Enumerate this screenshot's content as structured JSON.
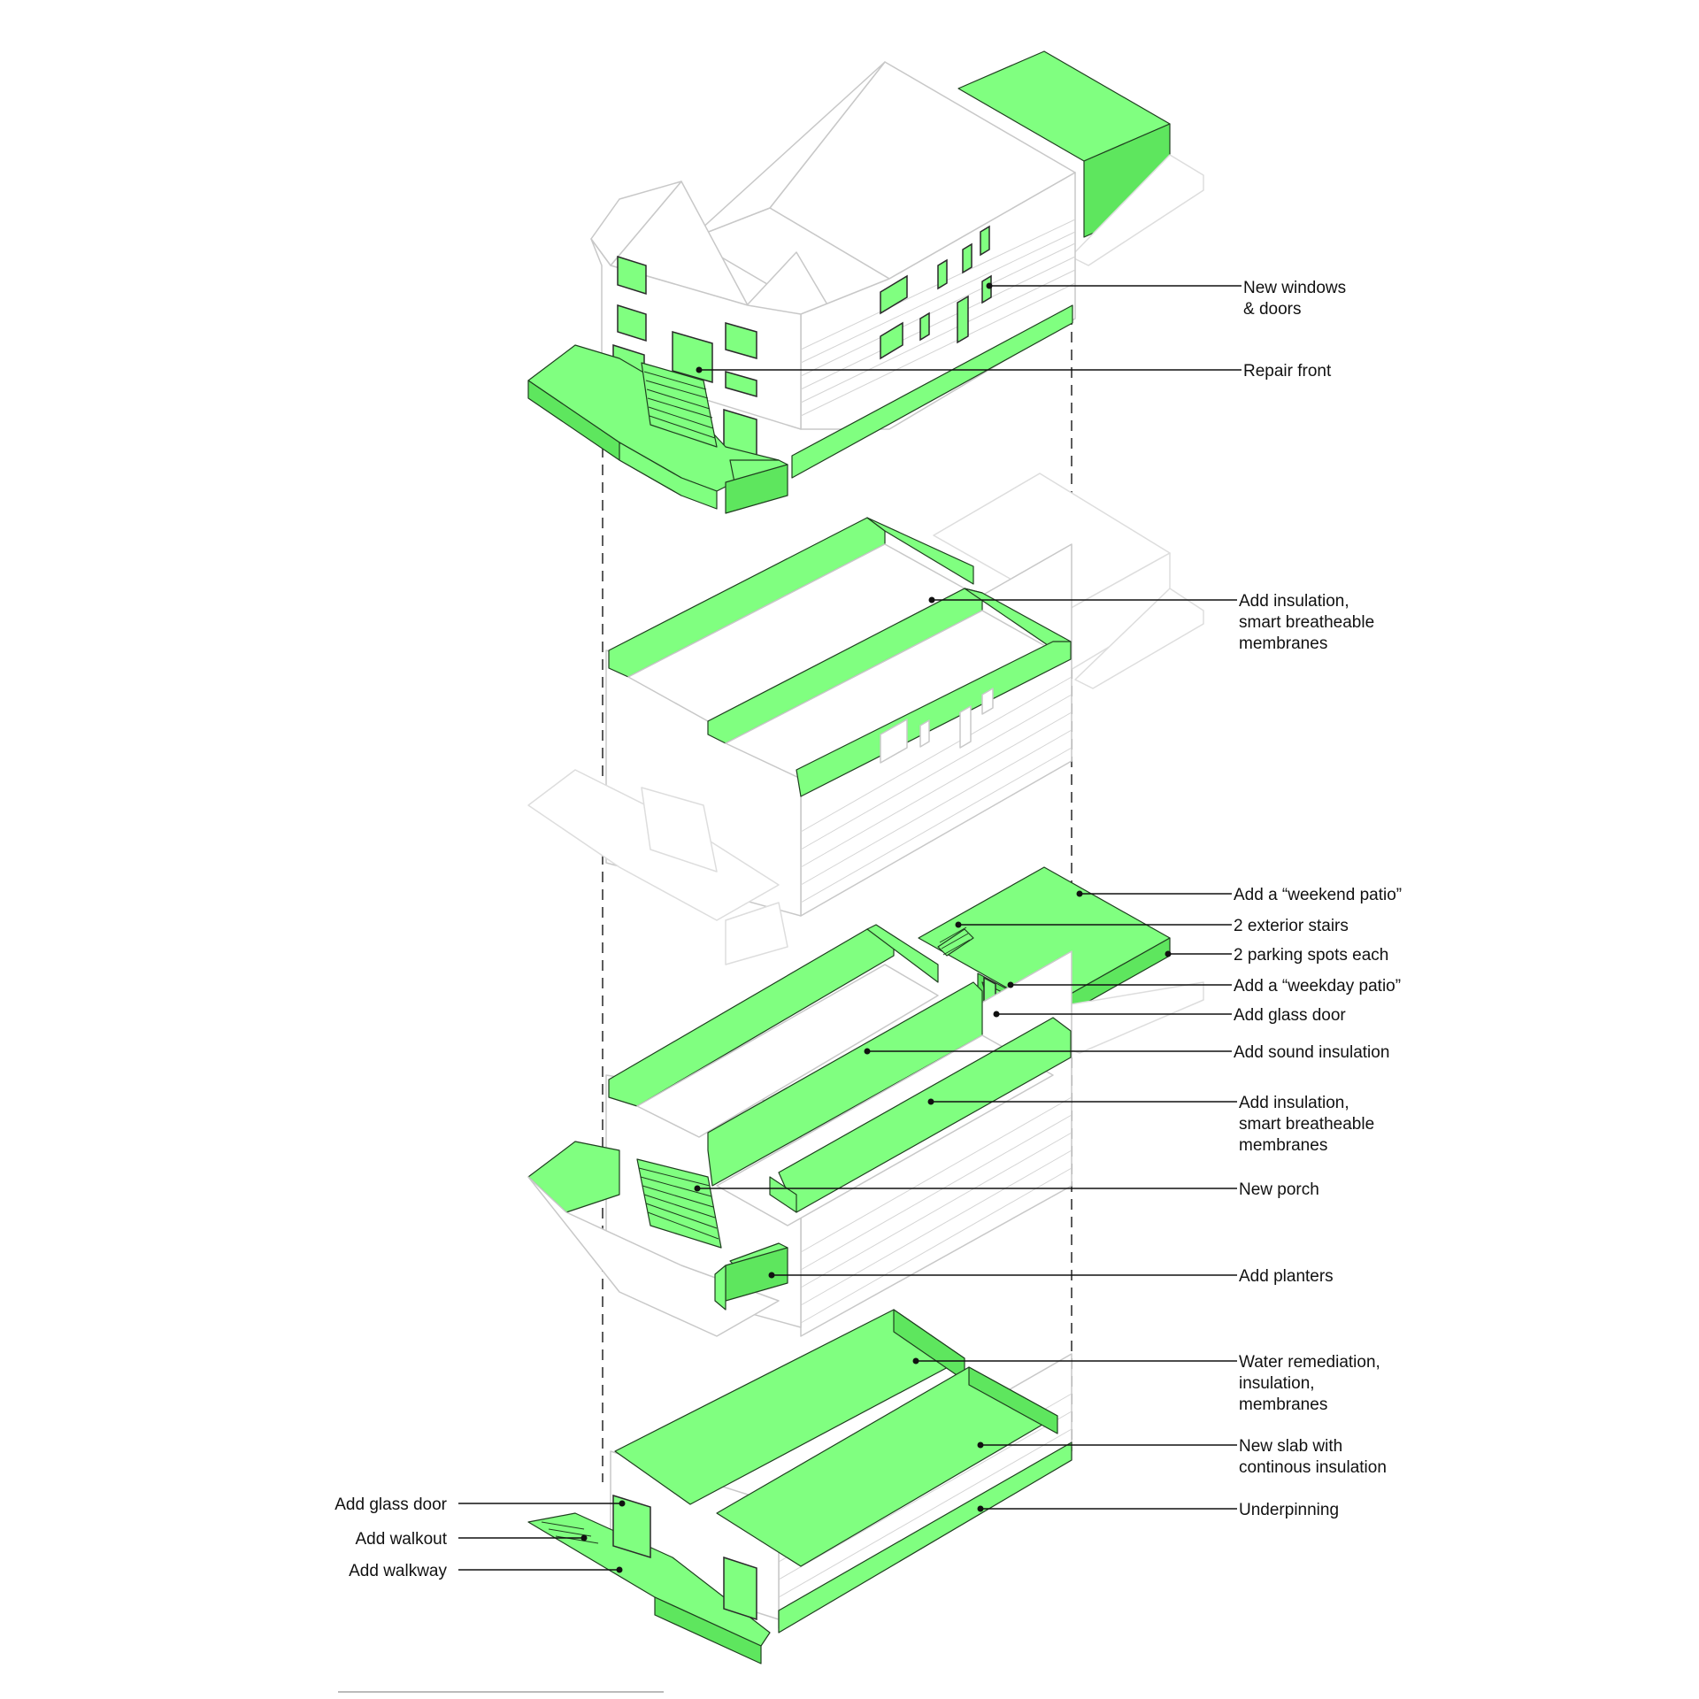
{
  "accent_color": "#80ff80",
  "line_color": "#111111",
  "annotations_right": [
    {
      "id": "new-windows-doors",
      "lines": [
        "New windows",
        "& doors"
      ]
    },
    {
      "id": "repair-front",
      "lines": [
        "Repair front"
      ]
    },
    {
      "id": "insulation-roof",
      "lines": [
        "Add insulation,",
        "smart breatheable",
        "membranes"
      ]
    },
    {
      "id": "weekend-patio",
      "lines": [
        "Add a “weekend patio”"
      ]
    },
    {
      "id": "exterior-stairs",
      "lines": [
        "2 exterior stairs"
      ]
    },
    {
      "id": "parking-spots",
      "lines": [
        "2 parking spots each"
      ]
    },
    {
      "id": "weekday-patio",
      "lines": [
        "Add a “weekday patio”"
      ]
    },
    {
      "id": "glass-door-rear",
      "lines": [
        "Add glass door"
      ]
    },
    {
      "id": "sound-insulation",
      "lines": [
        "Add sound insulation"
      ]
    },
    {
      "id": "insulation-floor",
      "lines": [
        "Add insulation,",
        "smart breatheable",
        "membranes"
      ]
    },
    {
      "id": "new-porch",
      "lines": [
        "New porch"
      ]
    },
    {
      "id": "add-planters",
      "lines": [
        "Add planters"
      ]
    },
    {
      "id": "water-remediation",
      "lines": [
        "Water remediation,",
        "insulation,",
        "membranes"
      ]
    },
    {
      "id": "new-slab",
      "lines": [
        "New slab with",
        "continous insulation"
      ]
    },
    {
      "id": "underpinning",
      "lines": [
        "Underpinning"
      ]
    }
  ],
  "annotations_left": [
    {
      "id": "glass-door-basement",
      "lines": [
        "Add  glass door"
      ]
    },
    {
      "id": "add-walkout",
      "lines": [
        "Add walkout"
      ]
    },
    {
      "id": "add-walkway",
      "lines": [
        "Add walkway"
      ]
    }
  ]
}
